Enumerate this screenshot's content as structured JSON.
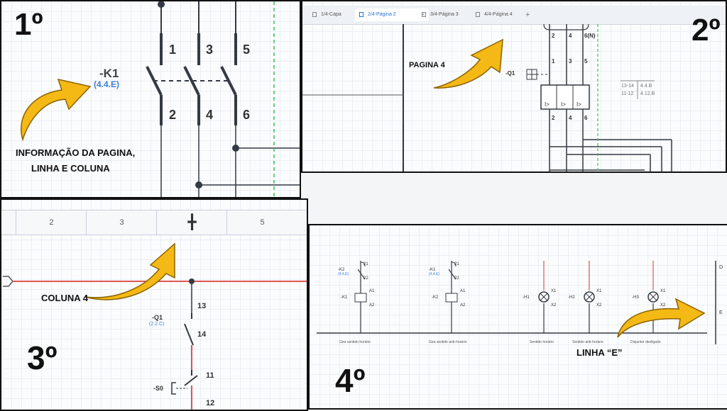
{
  "panel1": {
    "number": "1º",
    "device": "-K1",
    "device_ref": "(4.4.E)",
    "terminals_top": [
      "1",
      "3",
      "5"
    ],
    "terminals_bottom": [
      "2",
      "4",
      "6"
    ],
    "caption_line1": "INFORMAÇÃO DA PAGINA,",
    "caption_line2": "LINHA E COLUNA"
  },
  "panel2": {
    "number": "2º",
    "tabs": [
      {
        "label": "1/4-Capa",
        "active": false
      },
      {
        "label": "2/4-Página 2",
        "active": true
      },
      {
        "label": "3/4-Página 3",
        "active": false
      },
      {
        "label": "4/4-Página 4",
        "active": false
      }
    ],
    "tab_close": "×",
    "add_tab": "+",
    "caption": "PAGINA 4",
    "device": "-Q1",
    "terminals_top": [
      "2",
      "4",
      "6(N)"
    ],
    "terminals_mid": [
      "1",
      "3",
      "5"
    ],
    "terminals_bottom": [
      "2",
      "4",
      "6"
    ],
    "trip_labels": [
      "I>",
      "I>",
      "I>"
    ],
    "ref_table": [
      {
        "contacts": "13-14",
        "ref": "4.4.B"
      },
      {
        "contacts": "11-12",
        "ref": "4.12.B"
      }
    ]
  },
  "panel3": {
    "number": "3º",
    "ruler": [
      "2",
      "3",
      "",
      "5"
    ],
    "caption": "COLUNA 4",
    "device_q1": "-Q1",
    "device_q1_ref": "(2.2.C)",
    "terminals_q1": [
      "13",
      "14"
    ],
    "device_s0": "-S0",
    "terminals_s0": [
      "11",
      "12"
    ]
  },
  "panel4": {
    "number": "4º",
    "caption": "LINHA “E”",
    "row_labels": [
      "D",
      "E"
    ],
    "circuits": [
      {
        "device": "-K1",
        "contact_device": "-K2",
        "contact_ref": "(4.4.E)",
        "top_terms": [
          "21",
          "22"
        ],
        "coil_terms": [
          "A1",
          "A2"
        ],
        "label": "Gira sentido horário"
      },
      {
        "device": "-K2",
        "contact_device": "-K1",
        "contact_ref": "(4.4.E)",
        "top_terms": [
          "21",
          "22"
        ],
        "coil_terms": [
          "A1",
          "A2"
        ],
        "label": "Gira sentido anti-horário"
      },
      {
        "device": "-H1",
        "coil_terms": [
          "X1",
          "X2"
        ],
        "label": "Sentido horário"
      },
      {
        "device": "-H2",
        "coil_terms": [
          "X1",
          "X2"
        ],
        "label": "Sentido anti-horário"
      },
      {
        "device": "-H3",
        "coil_terms": [
          "X1",
          "X2"
        ],
        "label": "Disjuntor desligado"
      }
    ]
  },
  "colors": {
    "arrow": "#f5b915",
    "arrow_outline": "#8a6300",
    "wire": "#333a44",
    "red_wire": "#e05555",
    "green_dash": "#3bbf5a",
    "blue_text": "#3d7fd8"
  }
}
